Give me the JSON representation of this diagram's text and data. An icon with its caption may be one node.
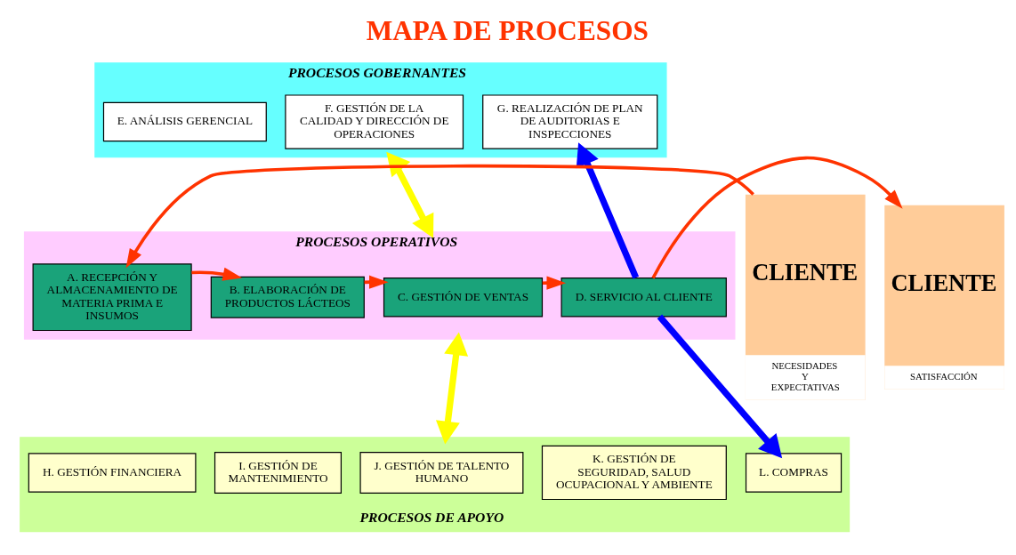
{
  "diagram": {
    "title": "MAPA DE PROCESOS",
    "nodes": [
      {
        "text": [
          "PROCESOS GOBERNANTES"
        ]
      },
      {
        "text": [
          "E. ANÁLISIS GERENCIAL"
        ],
        "in": 0
      },
      {
        "text": [
          "F. GESTIÓN DE LA CALIDAD Y DIRECCIÓN DE OPERACIONES"
        ],
        "in": 0
      },
      {
        "text": [
          "G. REALIZACIÓN DE PLAN DE AUDITORIAS E INSPECCIONES"
        ],
        "in": 0
      },
      {
        "text": [
          "PROCESOS OPERATIVOS"
        ]
      },
      {
        "text": [
          "A. RECEPCIÓN Y ALMACENAMIENTO DE MATERIA PRIMA E INSUMOS"
        ],
        "in": 4
      },
      {
        "text": [
          "B. ELABORACIÓN DE PRODUCTOS LÁCTEOS"
        ],
        "in": 4
      },
      {
        "text": [
          "C. GESTIÓN DE VENTAS"
        ],
        "in": 4
      },
      {
        "text": [
          "D. SERVICIO AL CLIENTE"
        ],
        "in": 4
      },
      {
        "text": [
          "PROCESOS DE APOYO"
        ]
      },
      {
        "text": [
          "H. GESTIÓN FINANCIERA"
        ],
        "in": 9
      },
      {
        "text": [
          "I. GESTIÓN DE MANTENIMIENTO"
        ],
        "in": 9
      },
      {
        "text": [
          "J. GESTIÓN DE TALENTO HUMANO"
        ],
        "in": 9
      },
      {
        "text": [
          "K. GESTIÓN DE SEGURIDAD, SALUD OCUPACIONAL Y AMBIENTE"
        ],
        "in": 9
      },
      {
        "text": [
          "L. COMPRAS"
        ],
        "in": 9
      },
      {
        "text": [
          "CLIENTE",
          "NECESIDADES Y EXPECTATIVAS"
        ]
      },
      {
        "text": [
          "CLIENTE",
          "SATISFACCIÓN"
        ]
      }
    ],
    "edges": [
      {
        "from": 15,
        "to": 5,
        "arrow": "to"
      },
      {
        "from": 5,
        "to": 6,
        "arrow": "to"
      },
      {
        "from": 6,
        "to": 7,
        "arrow": "to"
      },
      {
        "from": 7,
        "to": 8,
        "arrow": "to"
      },
      {
        "from": 8,
        "to": 16,
        "arrow": "to"
      },
      {
        "from": 0,
        "to": 4,
        "arrow": "both",
        "style": "thick",
        "color": "#ffff00"
      },
      {
        "from": 4,
        "to": 9,
        "arrow": "both",
        "style": "thick",
        "color": "#ffff00"
      },
      {
        "from": 8,
        "to": 3,
        "arrow": "to",
        "style": "thick",
        "color": "#0000ff"
      },
      {
        "from": 8,
        "to": 14,
        "arrow": "to",
        "style": "thick",
        "color": "#0000ff"
      }
    ]
  }
}
